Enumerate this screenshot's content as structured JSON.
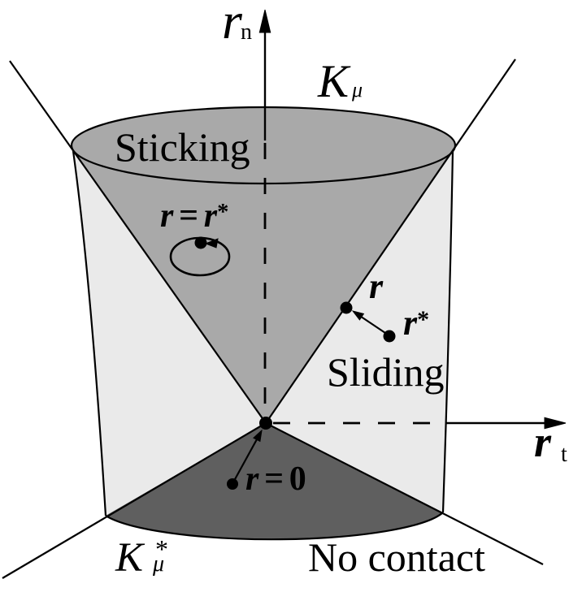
{
  "colors": {
    "background": "#ffffff",
    "cone_gray": "#a9a9a9",
    "outer_gray": "#eaeaea",
    "polar_gray": "#5f5f5f"
  },
  "axes": {
    "vertical": {
      "base": "r",
      "sub": "n"
    },
    "horizontal": {
      "base": "r",
      "sub": "t"
    }
  },
  "cone_labels": {
    "friction_cone": {
      "base": "K",
      "sub": "μ"
    },
    "polar_cone": {
      "base": "K",
      "sub": "μ",
      "sup": "*"
    }
  },
  "region_labels": {
    "sticking": "Sticking",
    "sliding": "Sliding",
    "no_contact": "No contact"
  },
  "point_labels": {
    "sticking_fixed_point": {
      "lhs": "r",
      "eq": "=",
      "rhs": "r",
      "sup": "*"
    },
    "sliding_point": "r",
    "sliding_target": {
      "base": "r",
      "sup": "*"
    },
    "zero_point": {
      "lhs": "r",
      "eq": "=",
      "rhs": "0"
    }
  }
}
